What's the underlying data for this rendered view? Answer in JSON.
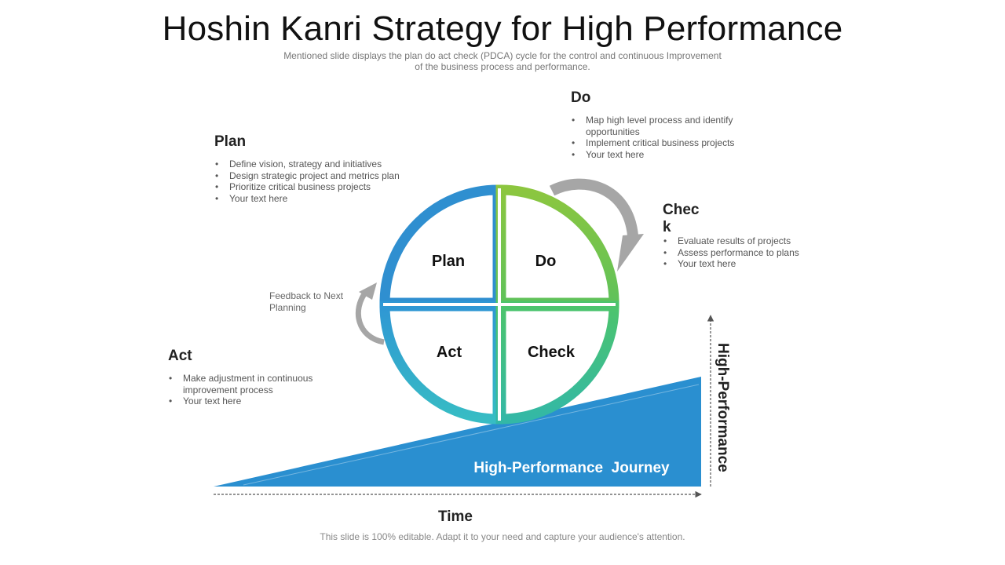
{
  "title": "Hoshin Kanri Strategy for High Performance",
  "subtitle": "Mentioned slide displays the plan do act check (PDCA) cycle for the control and continuous Improvement of the business process and performance.",
  "sections": {
    "plan": {
      "title": "Plan",
      "items": [
        "Define vision, strategy and initiatives",
        "Design strategic project and metrics plan",
        "Prioritize critical business projects",
        "Your text here"
      ]
    },
    "do": {
      "title": "Do",
      "items": [
        "Map high level process and identify opportunities",
        "Implement critical business projects",
        "Your text here"
      ]
    },
    "check": {
      "title": "Chec k",
      "items": [
        "Evaluate results of projects",
        "Assess performance to plans",
        "Your text here"
      ]
    },
    "act": {
      "title": "Act",
      "items": [
        "Make adjustment in continuous improvement process",
        "Your text here"
      ]
    }
  },
  "cycle": {
    "plan_label": "Plan",
    "do_label": "Do",
    "act_label": "Act",
    "check_label": "Check",
    "feedback_label": "Feedback to Next Planning"
  },
  "journey": {
    "label": "High-Performance  Journey",
    "x_axis_label": "Time",
    "y_axis_label": "High-Performance"
  },
  "colors": {
    "plan": "#2f8fd0",
    "do": "#8cc63f",
    "act": "#35b3c6",
    "check": "#3fc07a",
    "journey": "#2a8fd0",
    "arrow": "#a6a6a6"
  },
  "footer": "This slide is 100% editable. Adapt it to your need and capture your audience's attention."
}
